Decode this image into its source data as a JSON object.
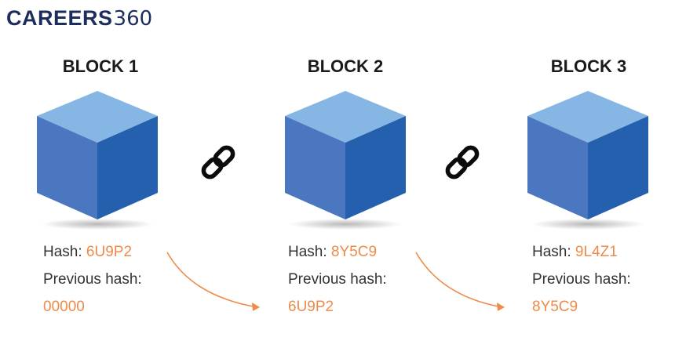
{
  "logo": {
    "word": "CAREERS",
    "number": "360"
  },
  "colors": {
    "cube_top": "#86b6e3",
    "cube_left": "#4a77bf",
    "cube_right": "#2460ad",
    "accent_orange": "#ee8b4a",
    "text_dark": "#1a1a1a",
    "logo_navy": "#1c2e5c"
  },
  "blocks": [
    {
      "title": "BLOCK 1",
      "hash_label": "Hash:",
      "hash": "6U9P2",
      "prev_label": "Previous hash:",
      "prev_hash": "00000"
    },
    {
      "title": "BLOCK 2",
      "hash_label": "Hash:",
      "hash": "8Y5C9",
      "prev_label": "Previous hash:",
      "prev_hash": "6U9P2"
    },
    {
      "title": "BLOCK 3",
      "hash_label": "Hash:",
      "hash": "9L4Z1",
      "prev_label": "Previous hash:",
      "prev_hash": "8Y5C9"
    }
  ],
  "links": [
    {
      "icon": "chain-link-icon"
    },
    {
      "icon": "chain-link-icon"
    }
  ]
}
